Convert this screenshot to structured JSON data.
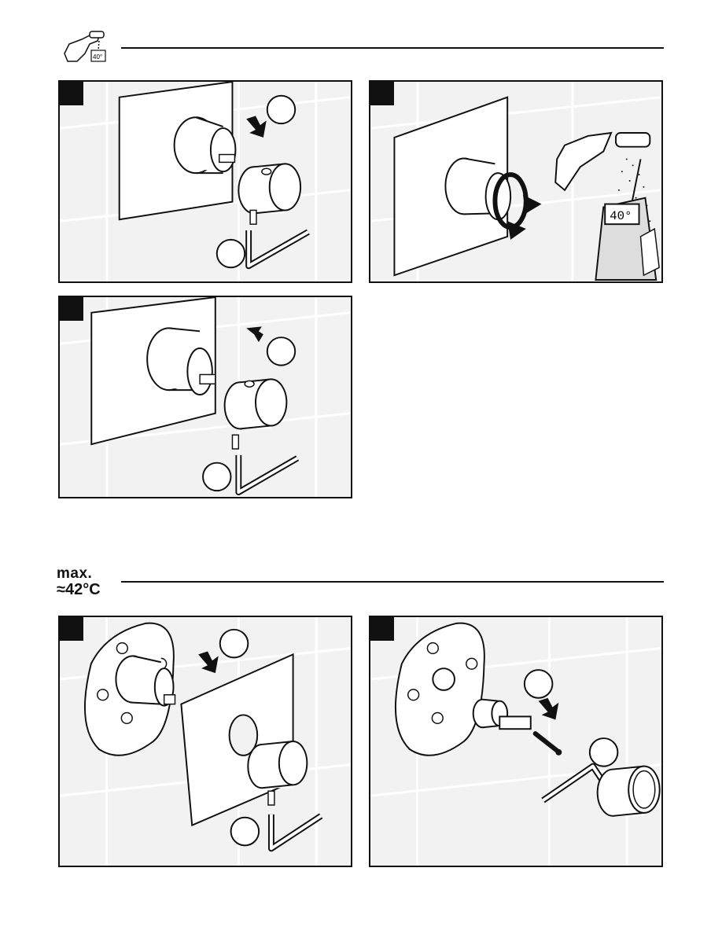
{
  "header_icon": "hand-shower-thermometer-icon",
  "header_icon_display": "40°",
  "section2": {
    "max_label": "max.",
    "temp_label": "≈42°C"
  },
  "panels": [
    {
      "id": "p1",
      "icons": [
        "arrow-icon",
        "knob-icon",
        "set-screw-icon",
        "allen-key-icon"
      ]
    },
    {
      "id": "p2",
      "icons": [
        "rotation-arrows-icon",
        "hand-shower-icon",
        "thermometer-icon"
      ],
      "thermometer_display": "40°"
    },
    {
      "id": "p3",
      "icons": [
        "arrow-icon",
        "knob-icon",
        "set-screw-icon",
        "allen-key-icon"
      ]
    },
    {
      "id": "p4",
      "icons": [
        "arrow-icon",
        "cover-plate-icon",
        "knob-icon",
        "allen-key-icon"
      ]
    },
    {
      "id": "p5",
      "icons": [
        "arrow-icon",
        "extension-icon",
        "screw-icon",
        "allen-key-icon",
        "knob-icon"
      ]
    }
  ],
  "colors": {
    "line": "#111111",
    "panel_bg": "#f2f2f2",
    "tile_line": "#ffffff"
  }
}
